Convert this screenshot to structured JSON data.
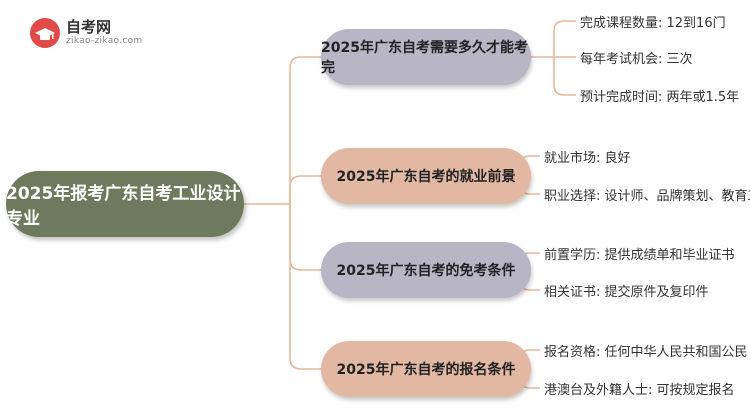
{
  "logo": {
    "title": "自考网",
    "url": "zikao-zikao.com",
    "icon": "graduation-cap-icon"
  },
  "root": {
    "label": "2025年报考广东自考工业设计专业"
  },
  "branches": [
    {
      "label": "2025年广东自考需要多久才能考完",
      "leaves": [
        "完成课程数量: 12到16门",
        "每年考试机会: 三次",
        "预计完成时间: 两年或1.5年"
      ]
    },
    {
      "label": "2025年广东自考的就业前景",
      "leaves": [
        "就业市场: 良好",
        "职业选择: 设计师、品牌策划、教育工作"
      ]
    },
    {
      "label": "2025年广东自考的免考条件",
      "leaves": [
        "前置学历: 提供成绩单和毕业证书",
        "相关证书: 提交原件及复印件"
      ]
    },
    {
      "label": "2025年广东自考的报名条件",
      "leaves": [
        "报名资格: 任何中华人民共和国公民",
        "港澳台及外籍人士: 可按规定报名"
      ]
    }
  ],
  "colors": {
    "root": "#6e7a5e",
    "branch_purple": "#b8b5c4",
    "branch_salmon": "#e3b8a3",
    "connector": "#e6b8a0"
  }
}
